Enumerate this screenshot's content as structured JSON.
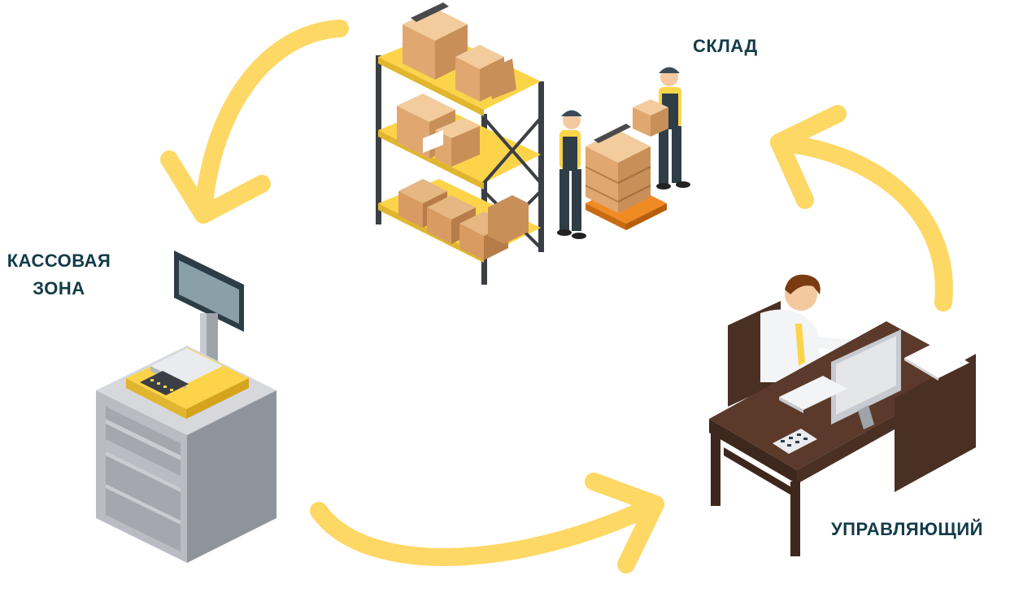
{
  "labels": {
    "warehouse": "СКЛАД",
    "checkout_line1": "КАССОВАЯ",
    "checkout_line2": "ЗОНА",
    "manager": "УПРАВЛЯЮЩИЙ"
  },
  "nodes": [
    {
      "id": "warehouse",
      "icon": "warehouse-shelves-workers-icon"
    },
    {
      "id": "checkout",
      "icon": "cash-register-scale-icon"
    },
    {
      "id": "manager",
      "icon": "manager-at-desk-icon"
    }
  ],
  "edges": [
    {
      "from": "warehouse",
      "to": "checkout"
    },
    {
      "from": "checkout",
      "to": "manager"
    },
    {
      "from": "manager",
      "to": "warehouse"
    }
  ],
  "colors": {
    "arrow": "#fdd865",
    "label_text": "#123b48",
    "cardboard": "#e8b987",
    "shelf_yellow": "#fbd44a",
    "rack_frame": "#3b3f45",
    "desk": "#5b3a2b",
    "register_body": "#b9bcc2",
    "screen": "#8aa0a8"
  }
}
